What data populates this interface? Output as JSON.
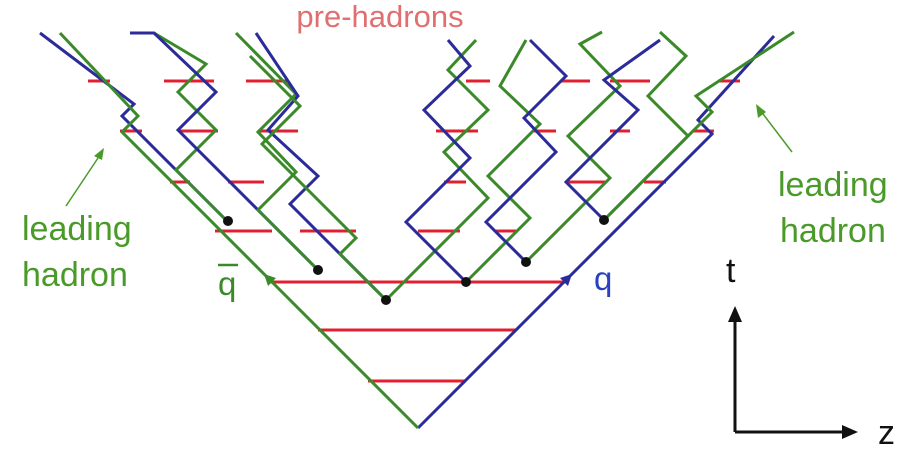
{
  "title": "pre-hadrons",
  "labels": {
    "leading_left_line1": "leading",
    "leading_left_line2": "hadron",
    "leading_right_line1": "leading",
    "leading_right_line2": "hadron",
    "antiquark": "q",
    "quark": "q",
    "axis_t": "t",
    "axis_z": "z"
  },
  "colors": {
    "quark": "#2b2b9a",
    "antiquark": "#3a8a2a",
    "string": "#e02030",
    "title": "#e07070",
    "label_green": "#4a9a2a",
    "label_blue": "#2b40c0",
    "axis": "#111111",
    "vertex": "#111111"
  }
}
